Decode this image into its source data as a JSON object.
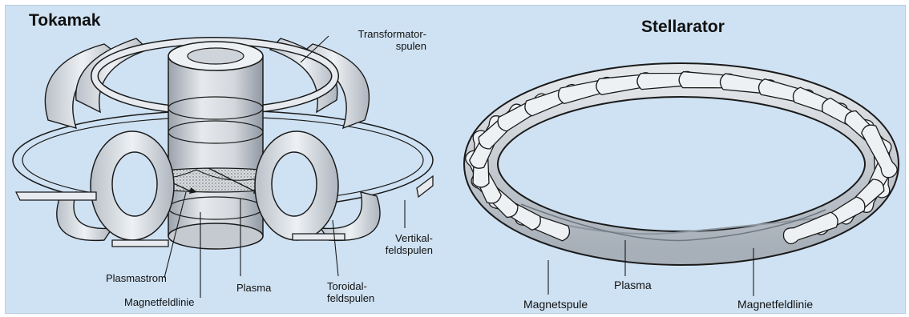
{
  "tokamak": {
    "title": "Tokamak",
    "labels": {
      "transformator_line1": "Transformator-",
      "transformator_line2": "spulen",
      "vertikal_line1": "Vertikal-",
      "vertikal_line2": "feldspulen",
      "toroidal_line1": "Toroidal-",
      "toroidal_line2": "feldspulen",
      "plasmastrom": "Plasmastrom",
      "plasma": "Plasma",
      "magnetfeldlinie": "Magnetfeldlinie"
    }
  },
  "stellarator": {
    "title": "Stellarator",
    "labels": {
      "plasma": "Plasma",
      "magnetspule": "Magnetspule",
      "magnetfeldlinie": "Magnetfeldlinie"
    }
  },
  "colors": {
    "background": "#cfe2f3",
    "outline": "#1a1a1a",
    "coil_fill": "#d9dde2",
    "coil_shadow": "#aab1ba",
    "plasma_fill": "#c9ced4"
  }
}
